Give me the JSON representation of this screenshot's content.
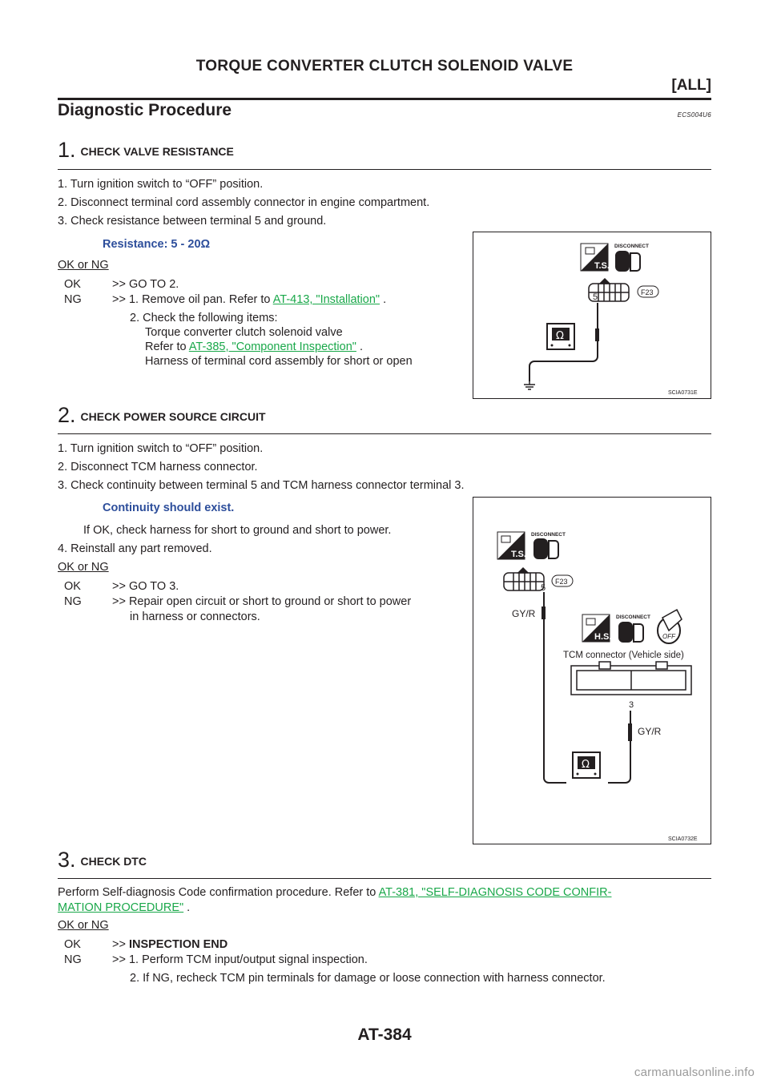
{
  "header": {
    "title": "TORQUE CONVERTER CLUTCH SOLENOID VALVE",
    "subtitle": "[ALL]"
  },
  "section": {
    "title": "Diagnostic Procedure",
    "code": "ECS004U6"
  },
  "step1": {
    "num": "1.",
    "title": "CHECK VALVE RESISTANCE",
    "items": [
      "1.   Turn ignition switch to “OFF” position.",
      "2.   Disconnect terminal cord assembly connector in engine compartment.",
      "3.   Check resistance between terminal 5 and ground."
    ],
    "spec": "Resistance: 5 - 20Ω",
    "okng": "OK or NG",
    "ok_label": "OK",
    "ok_text": ">> GO TO 2.",
    "ng_label": "NG",
    "ng_text": ">> 1. Remove oil pan. Refer to ",
    "ng_link": "AT-413, \"Installation\"",
    "ng_after": " .",
    "ng_item2": "2. Check the following items:",
    "ng_item2a": "Torque converter clutch solenoid valve",
    "ng_refer": "Refer to ",
    "ng_link2": "AT-385, \"Component Inspection\"",
    "ng_after2": " .",
    "ng_item2b": "Harness of terminal cord assembly for short or open",
    "figure": {
      "code": "SCIA0731E",
      "disconnect": "DISCONNECT",
      "ts": "T.S.",
      "conn": "F23",
      "pin": "5"
    }
  },
  "step2": {
    "num": "2.",
    "title": "CHECK POWER SOURCE CIRCUIT",
    "items": [
      "1.   Turn ignition switch to “OFF” position.",
      "2.   Disconnect TCM harness connector.",
      "3.   Check continuity between terminal 5 and TCM harness connector terminal 3."
    ],
    "spec": "Continuity should exist.",
    "note": "If OK, check harness for short to ground and short to power.",
    "item4": "4.   Reinstall any part removed.",
    "okng": "OK or NG",
    "ok_label": "OK",
    "ok_text": ">> GO TO 3.",
    "ng_label": "NG",
    "ng_text": ">> Repair open circuit or short to ground or short to power",
    "ng_text2": "in harness or connectors.",
    "figure": {
      "code": "SCIA0732E",
      "disconnect1": "DISCONNECT",
      "ts": "T.S.",
      "conn": "F23",
      "pin5": "5",
      "wire1": "GY/R",
      "disconnect2": "DISCONNECT",
      "hs": "H.S.",
      "off": "OFF",
      "tcm": "TCM connector (Vehicle side)",
      "pin3": "3",
      "wire2": "GY/R"
    }
  },
  "step3": {
    "num": "3.",
    "title": "CHECK DTC",
    "line1": "Perform Self-diagnosis Code confirmation procedure. Refer to ",
    "link1": "AT-381, \"SELF-DIAGNOSIS CODE CONFIR-",
    "link2": "MATION PROCEDURE\"",
    "after": " .",
    "okng": "OK or NG",
    "ok_label": "OK",
    "ok_text": ">> ",
    "ok_bold": "INSPECTION END",
    "ng_label": "NG",
    "ng_text": ">> 1. Perform TCM input/output signal inspection.",
    "ng_item2": "2. If NG, recheck TCM pin terminals for damage or loose connection with harness connector."
  },
  "footer": {
    "page": "AT-384"
  },
  "watermark": "carmanualsonline.info"
}
